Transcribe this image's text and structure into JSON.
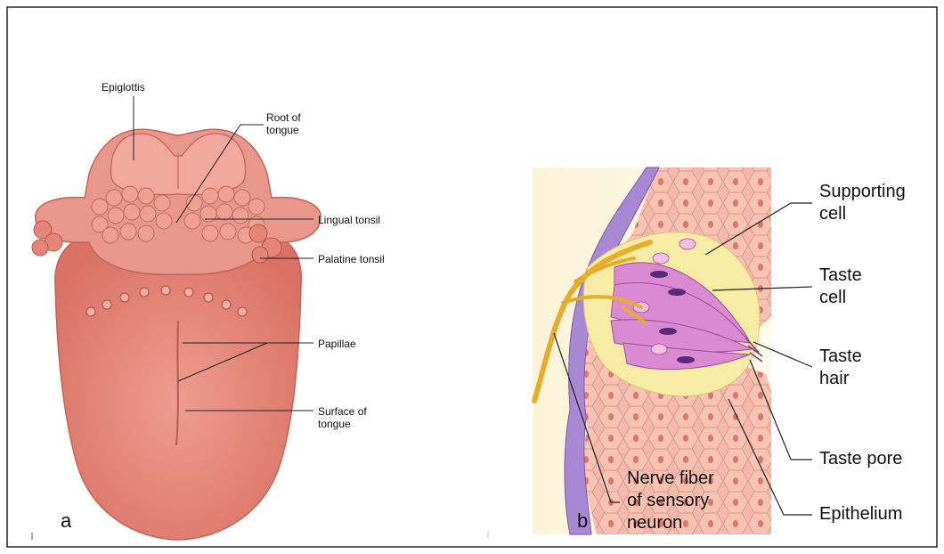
{
  "figure_a": {
    "panel_label": "a",
    "labels": {
      "epiglottis": "Epiglottis",
      "root_of_tongue": [
        "Root of",
        "tongue"
      ],
      "lingual_tonsil": "Lingual tonsil",
      "palatine_tonsil": "Palatine tonsil",
      "papillae": "Papillae",
      "surface_of_tongue": [
        "Surface of",
        "tongue"
      ]
    }
  },
  "figure_b": {
    "panel_label": "b",
    "labels": {
      "supporting_cell": [
        "Supporting",
        "cell"
      ],
      "taste_cell": [
        "Taste",
        "cell"
      ],
      "taste_hair": [
        "Taste",
        "hair"
      ],
      "taste_pore": "Taste pore",
      "epithelium": "Epithelium",
      "nerve_fiber": [
        "Nerve fiber",
        "of sensory",
        "neuron"
      ]
    }
  },
  "colors": {
    "tongue": "#e88e83",
    "tongue_dark": "#c7675c",
    "epithelium": "#f2b6a6",
    "bud_fill": "#f8eca6",
    "taste_cell": "#d47bc5",
    "nerve": "#e6ad2c",
    "purple_cells": "#9e78c9"
  }
}
